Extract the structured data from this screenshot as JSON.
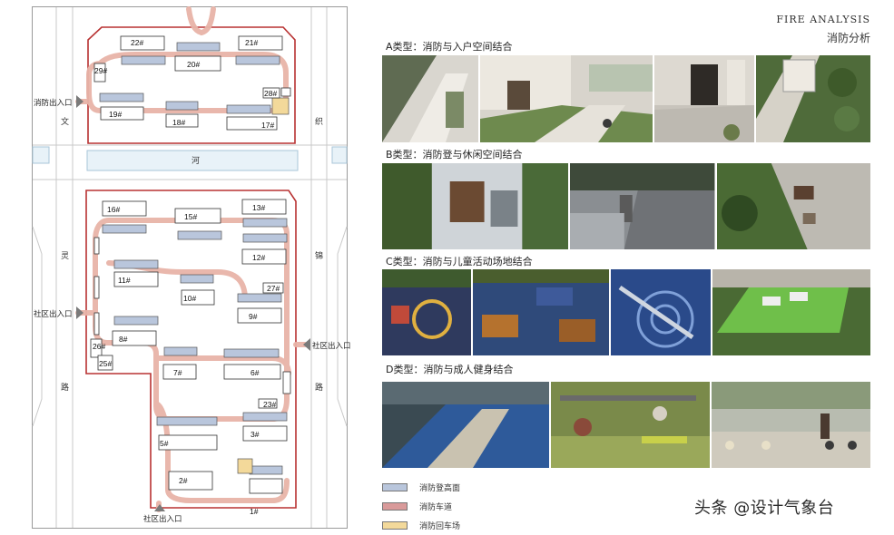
{
  "header": {
    "title_en": "FIRE ANALYSIS",
    "title_cn": "消防分析"
  },
  "plan": {
    "labels": {
      "entrance_west_top": "消防出入口",
      "entrance_west_mid": "社区出入口",
      "entrance_east": "社区出入口",
      "entrance_south": "社区出入口",
      "river": "河",
      "road_west": [
        "文",
        "灵",
        "路"
      ],
      "road_east": [
        "织",
        "锦",
        "路"
      ]
    },
    "buildings": [
      "1#",
      "2#",
      "3#",
      "5#",
      "6#",
      "7#",
      "8#",
      "9#",
      "10#",
      "11#",
      "12#",
      "13#",
      "15#",
      "16#",
      "17#",
      "18#",
      "19#",
      "20#",
      "21#",
      "22#",
      "23#",
      "25#",
      "26#",
      "27#",
      "28#",
      "29#"
    ]
  },
  "types": [
    {
      "label": "A类型：消防与入户空间结合"
    },
    {
      "label": "B类型：消防登与休闲空间结合"
    },
    {
      "label": "C类型：消防与儿童活动场地结合"
    },
    {
      "label": "D类型：消防与成人健身结合"
    }
  ],
  "legend": [
    {
      "label": "消防登高面",
      "color": "#b9c6dc"
    },
    {
      "label": "消防车道",
      "color": "#d99a9a"
    },
    {
      "label": "消防回车场",
      "color": "#f3d99a"
    }
  ],
  "watermark": "头条 @设计气象台"
}
